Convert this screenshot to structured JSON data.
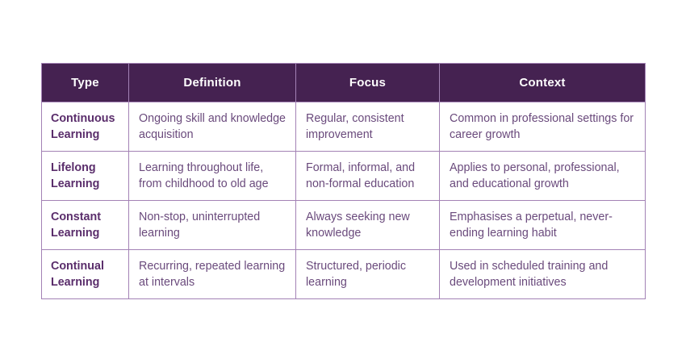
{
  "colors": {
    "header_background": "#452251",
    "header_text": "#ffffff",
    "body_text": "#6a4a7c",
    "type_text": "#5a2d6b",
    "border": "#a382b5",
    "page_background": "#ffffff"
  },
  "table": {
    "columns": [
      {
        "key": "type",
        "label": "Type"
      },
      {
        "key": "definition",
        "label": "Definition"
      },
      {
        "key": "focus",
        "label": "Focus"
      },
      {
        "key": "context",
        "label": "Context"
      }
    ],
    "rows": [
      {
        "type": "Continuous Learning",
        "definition": "Ongoing skill and knowledge acquisition",
        "focus": "Regular, consistent improvement",
        "context": "Common in professional settings for career growth"
      },
      {
        "type": "Lifelong Learning",
        "definition": "Learning throughout life, from childhood to old age",
        "focus": "Formal, informal, and non-formal education",
        "context": "Applies to personal, professional, and educational growth"
      },
      {
        "type": "Constant Learning",
        "definition": "Non-stop, uninterrupted learning",
        "focus": "Always seeking new knowledge",
        "context": "Emphasises a perpetual, never-ending learning habit"
      },
      {
        "type": "Continual Learning",
        "definition": "Recurring, repeated learning at intervals",
        "focus": "Structured, periodic learning",
        "context": "Used in scheduled training and development initiatives"
      }
    ]
  }
}
